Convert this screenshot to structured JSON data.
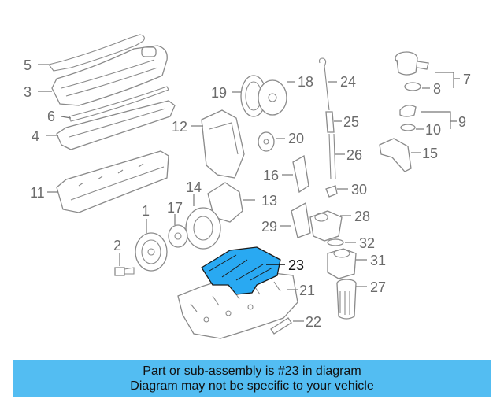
{
  "diagram": {
    "highlight_color": "#29a9f2",
    "labels": {
      "p1": "1",
      "p2": "2",
      "p3": "3",
      "p4": "4",
      "p5": "5",
      "p6": "6",
      "p7": "7",
      "p8": "8",
      "p9": "9",
      "p10": "10",
      "p11": "11",
      "p12": "12",
      "p13": "13",
      "p14": "14",
      "p15": "15",
      "p16": "16",
      "p17": "17",
      "p18": "18",
      "p19": "19",
      "p20": "20",
      "p21": "21",
      "p22": "22",
      "p23": "23",
      "p24": "24",
      "p25": "25",
      "p26": "26",
      "p27": "27",
      "p28": "28",
      "p29": "29",
      "p30": "30",
      "p31": "31",
      "p32": "32"
    }
  },
  "caption": {
    "line1": "Part or sub-assembly is #23 in diagram",
    "line2": "Diagram may not be specific to your vehicle",
    "background": "#53bdf2"
  }
}
